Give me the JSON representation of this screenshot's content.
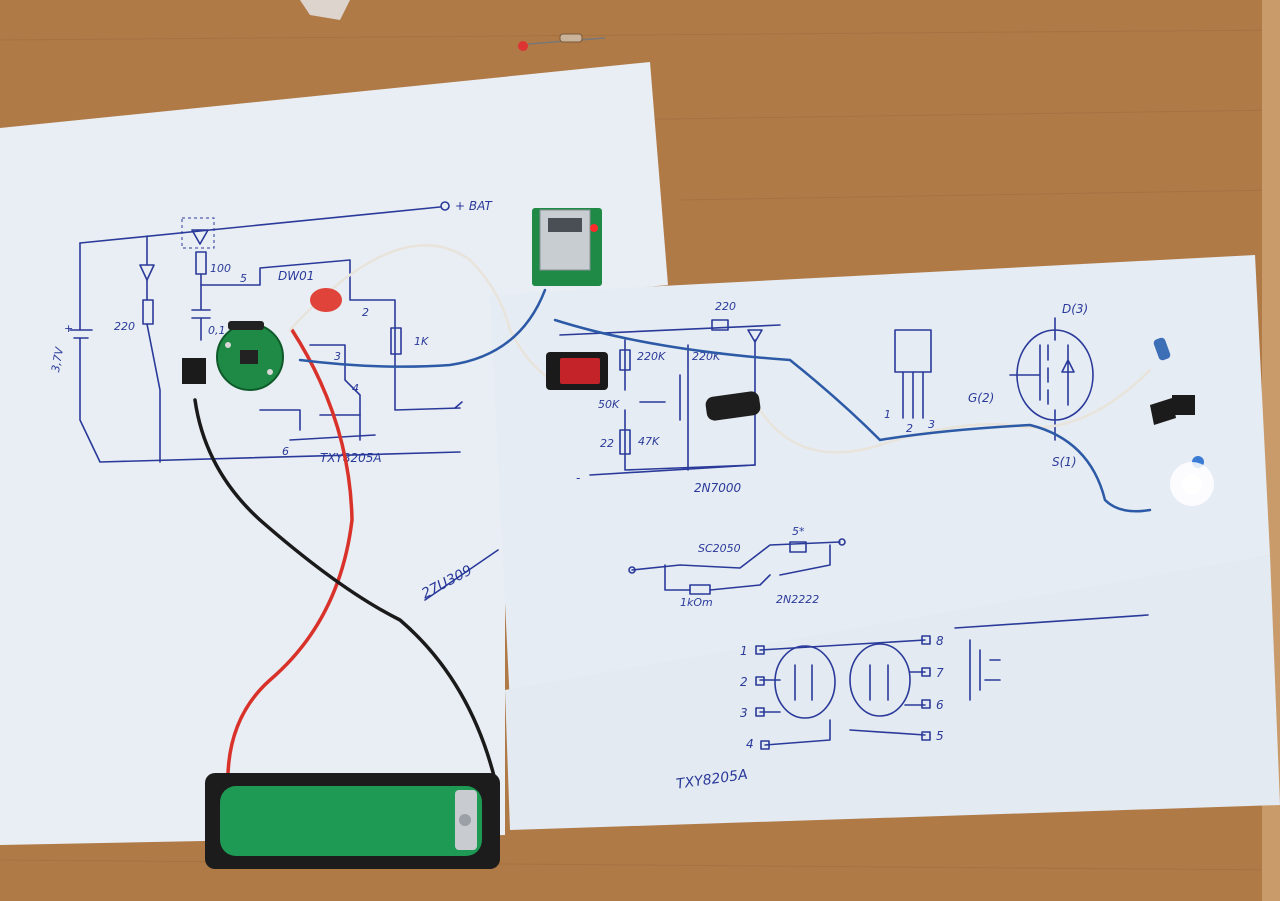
{
  "scene": {
    "colors": {
      "table": "#b07a47",
      "paper": "#e9eef4",
      "ink": "#2a3a9a",
      "wire_red": "#d8322a",
      "wire_black": "#1a1a1a",
      "wire_white": "#e8e4dc",
      "wire_blue": "#2d5aa6",
      "pcb_green": "#1f8a46",
      "battery_green": "#1e9a55",
      "holder_black": "#1c1c1c"
    }
  },
  "schematic_left": {
    "bat_label": "+ BAT",
    "voltage": "3,7V",
    "plus": "+",
    "r_220": "220",
    "r_100": "100",
    "cap": "0,1",
    "chip": "DW01",
    "pin_5": "5",
    "pin_2": "2",
    "pin_3": "3",
    "pin_4": "4",
    "pin_6": "6",
    "r_1k": "1K",
    "mosfet": "TXY8205A"
  },
  "schematic_right": {
    "r_220": "220",
    "r_220k_a": "220K",
    "r_220k_b": "220K",
    "r_50k": "50K",
    "r_22": "22",
    "r_47k": "47K",
    "minus": "-",
    "transistor": "2N7000",
    "pin_1": "1",
    "pin_2": "2",
    "pin_3": "3",
    "gate": "G(2)",
    "drain": "D(3)",
    "source": "S(1)",
    "tr_sc": "SC2050",
    "tr_2n": "2N2222",
    "r_1kom": "1kOm",
    "r_5": "5*",
    "note": "27U309"
  },
  "schematic_bottom": {
    "pins_left": [
      "1",
      "2",
      "3",
      "4"
    ],
    "pins_right": [
      "8",
      "7",
      "6",
      "5"
    ],
    "chip": "TXY8205A"
  }
}
